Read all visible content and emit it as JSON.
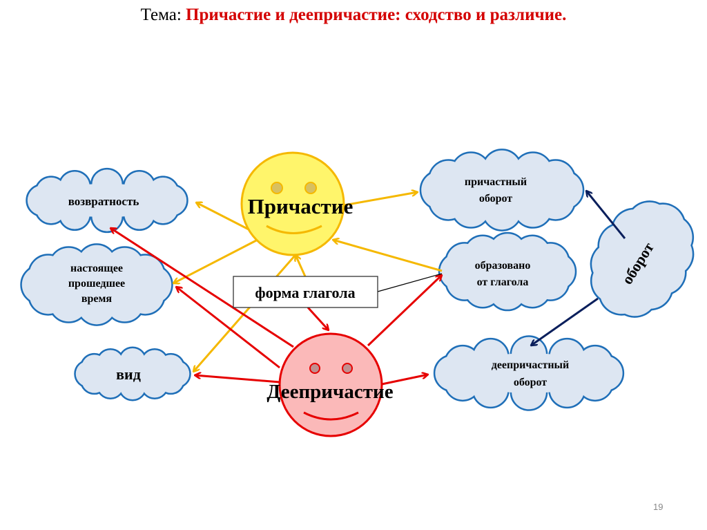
{
  "title": {
    "label": "Тема:",
    "topic": "Причастие и деепричастие: сходство и различие."
  },
  "nodes": {
    "participle": "Причастие",
    "gerund": "Деепричастие",
    "verb_form": "форма глагола",
    "reflexivity": "возвратность",
    "tense": [
      "настоящее",
      "прошедшее",
      "время"
    ],
    "aspect": "вид",
    "participial_phrase": [
      "причастный",
      "оборот"
    ],
    "formed_from_verb": [
      "образовано",
      "от глагола"
    ],
    "gerund_phrase": [
      "деепричастный",
      "оборот"
    ],
    "phrase": "оборот"
  },
  "colors": {
    "participle": "#fff56b",
    "gerund": "#fbb9b9",
    "yellow_arrow": "#f5b800",
    "red_arrow": "#e60000",
    "navy_arrow": "#0a1f5c",
    "cloud_fill": "#dde6f2",
    "cloud_stroke": "#1f6fb8"
  },
  "page_number": "19"
}
